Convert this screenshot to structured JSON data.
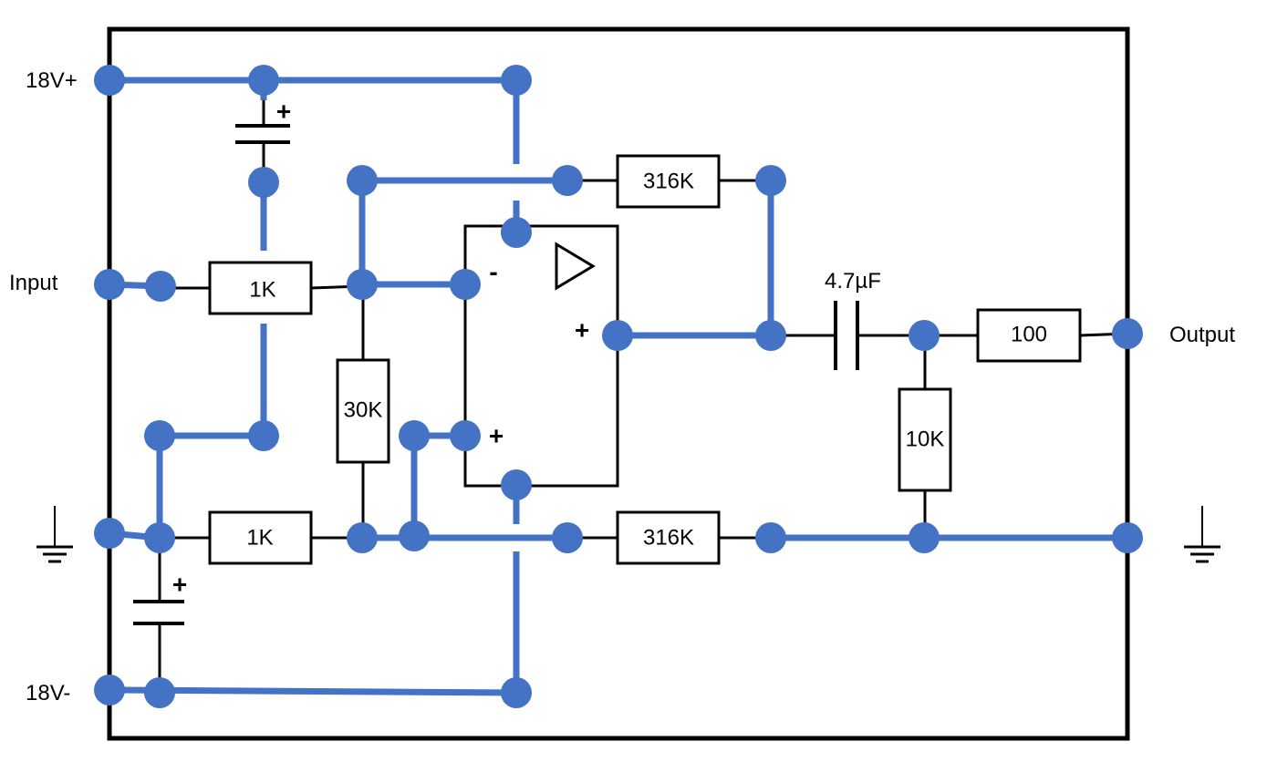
{
  "terminals": {
    "v_plus": "18V+",
    "input": "Input",
    "v_minus": "18V-",
    "output": "Output"
  },
  "components": {
    "r_input": "1K",
    "r_ground": "1K",
    "r_divider": "30K",
    "r_feedback_top": "316K",
    "r_feedback_bottom": "316K",
    "cap_output": "4.7µF",
    "r_output": "100",
    "r_load": "10K"
  },
  "symbols": {
    "plus": "+",
    "minus": "-"
  },
  "colors": {
    "wire": "#4472C4",
    "frame": "#000000"
  },
  "icons": [
    "ground-icon",
    "capacitor-icon",
    "op-amp-icon"
  ]
}
